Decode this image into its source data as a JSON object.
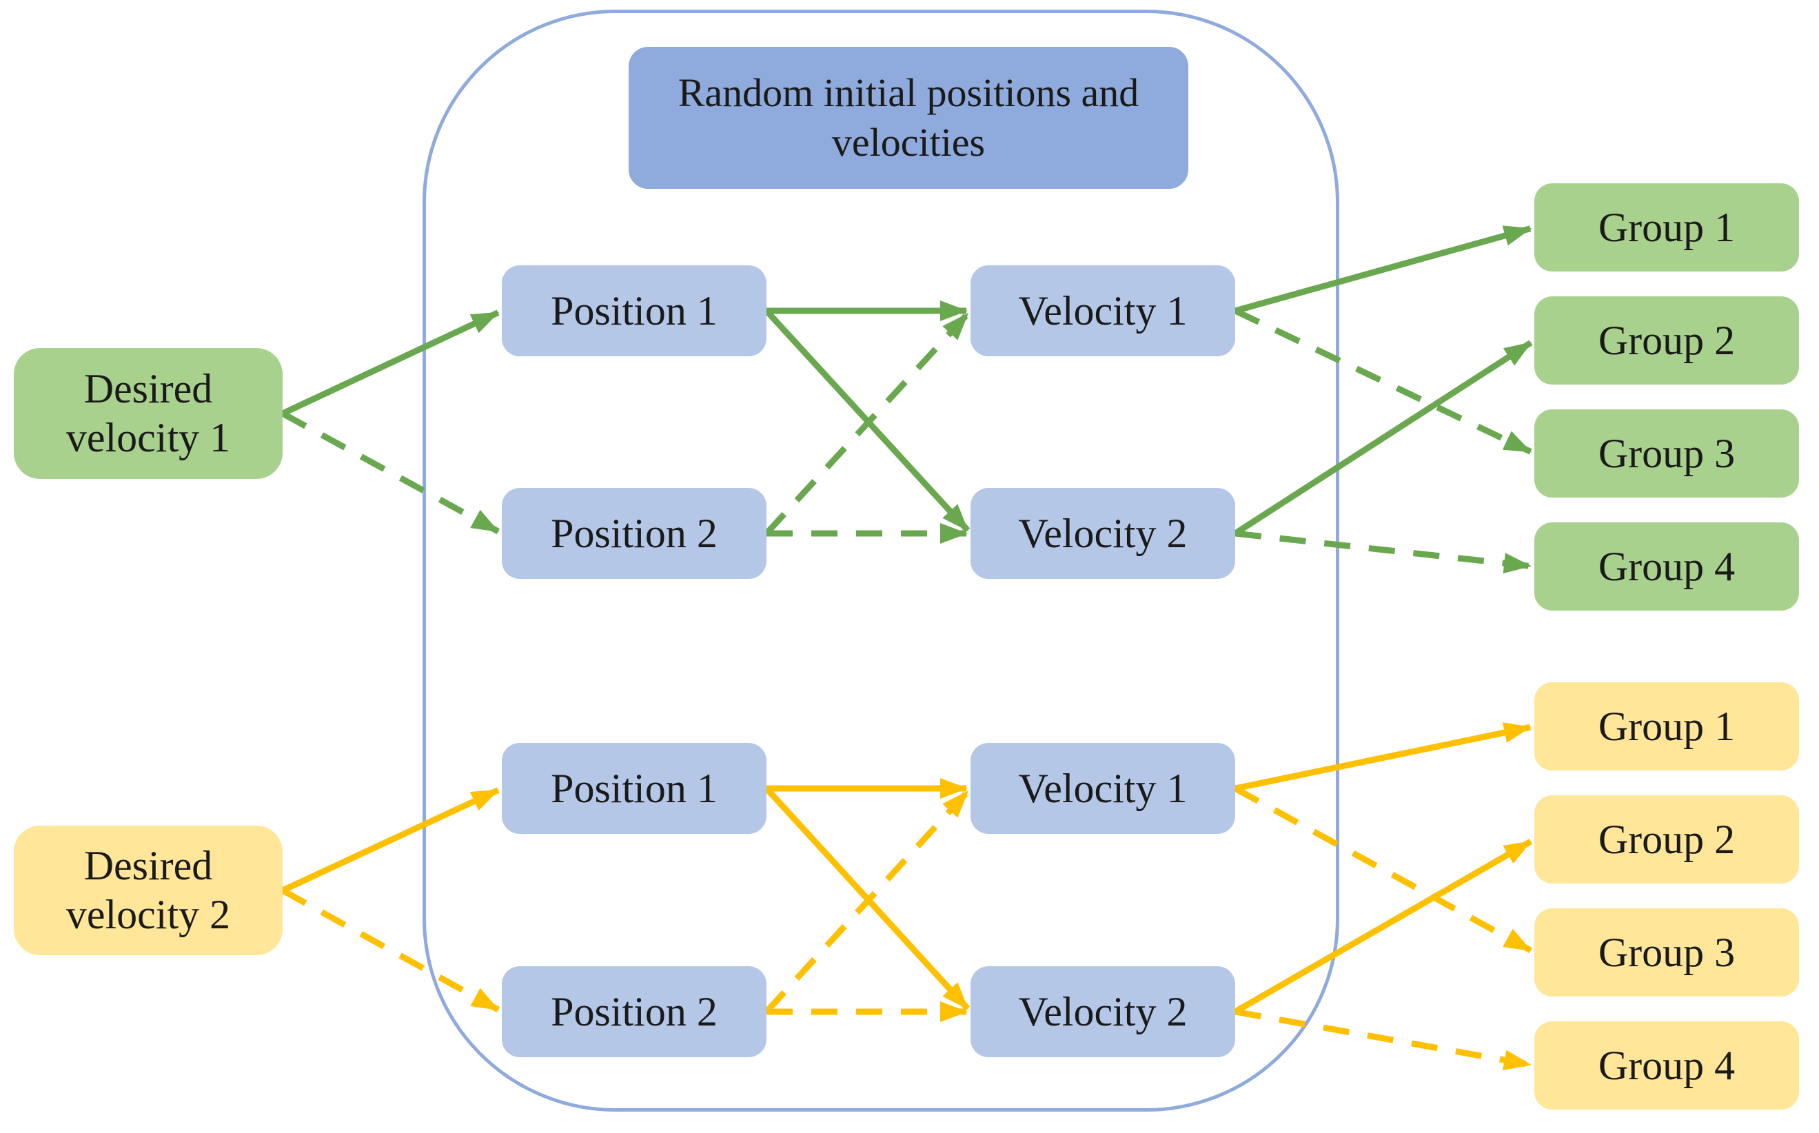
{
  "header": {
    "title": "Random initial positions and velocities"
  },
  "nodes": {
    "dv1": {
      "label": "Desired velocity 1"
    },
    "dv2": {
      "label": "Desired velocity 2"
    },
    "g_p1": {
      "label": "Position 1"
    },
    "g_p2": {
      "label": "Position 2"
    },
    "g_v1": {
      "label": "Velocity 1"
    },
    "g_v2": {
      "label": "Velocity 2"
    },
    "y_p1": {
      "label": "Position 1"
    },
    "y_p2": {
      "label": "Position 2"
    },
    "y_v1": {
      "label": "Velocity 1"
    },
    "y_v2": {
      "label": "Velocity 2"
    },
    "gg1": {
      "label": "Group 1"
    },
    "gg2": {
      "label": "Group 2"
    },
    "gg3": {
      "label": "Group 3"
    },
    "gg4": {
      "label": "Group 4"
    },
    "yg1": {
      "label": "Group 1"
    },
    "yg2": {
      "label": "Group 2"
    },
    "yg3": {
      "label": "Group 3"
    },
    "yg4": {
      "label": "Group 4"
    }
  },
  "edges": [
    {
      "from": "dv1",
      "to": "g_p1",
      "style": "solid",
      "color": "green"
    },
    {
      "from": "dv1",
      "to": "g_p2",
      "style": "dashed",
      "color": "green"
    },
    {
      "from": "g_p1",
      "to": "g_v1",
      "style": "solid",
      "color": "green"
    },
    {
      "from": "g_p1",
      "to": "g_v2",
      "style": "solid",
      "color": "green"
    },
    {
      "from": "g_p2",
      "to": "g_v1",
      "style": "dashed",
      "color": "green"
    },
    {
      "from": "g_p2",
      "to": "g_v2",
      "style": "dashed",
      "color": "green"
    },
    {
      "from": "g_v1",
      "to": "gg1",
      "style": "solid",
      "color": "green"
    },
    {
      "from": "g_v1",
      "to": "gg3",
      "style": "dashed",
      "color": "green"
    },
    {
      "from": "g_v2",
      "to": "gg2",
      "style": "solid",
      "color": "green"
    },
    {
      "from": "g_v2",
      "to": "gg4",
      "style": "dashed",
      "color": "green"
    },
    {
      "from": "dv2",
      "to": "y_p1",
      "style": "solid",
      "color": "yellow"
    },
    {
      "from": "dv2",
      "to": "y_p2",
      "style": "dashed",
      "color": "yellow"
    },
    {
      "from": "y_p1",
      "to": "y_v1",
      "style": "solid",
      "color": "yellow"
    },
    {
      "from": "y_p1",
      "to": "y_v2",
      "style": "solid",
      "color": "yellow"
    },
    {
      "from": "y_p2",
      "to": "y_v1",
      "style": "dashed",
      "color": "yellow"
    },
    {
      "from": "y_p2",
      "to": "y_v2",
      "style": "dashed",
      "color": "yellow"
    },
    {
      "from": "y_v1",
      "to": "yg1",
      "style": "solid",
      "color": "yellow"
    },
    {
      "from": "y_v1",
      "to": "yg3",
      "style": "dashed",
      "color": "yellow"
    },
    {
      "from": "y_v2",
      "to": "yg2",
      "style": "solid",
      "color": "yellow"
    },
    {
      "from": "y_v2",
      "to": "yg4",
      "style": "dashed",
      "color": "yellow"
    }
  ],
  "colors": {
    "blue_fill": "#b4c7e7",
    "header_fill": "#8faadc",
    "container_border": "#8faadc",
    "green_fill": "#a9d18e",
    "green_line": "#6aa84f",
    "yellow_fill": "#ffe699",
    "yellow_line": "#ffc000"
  }
}
